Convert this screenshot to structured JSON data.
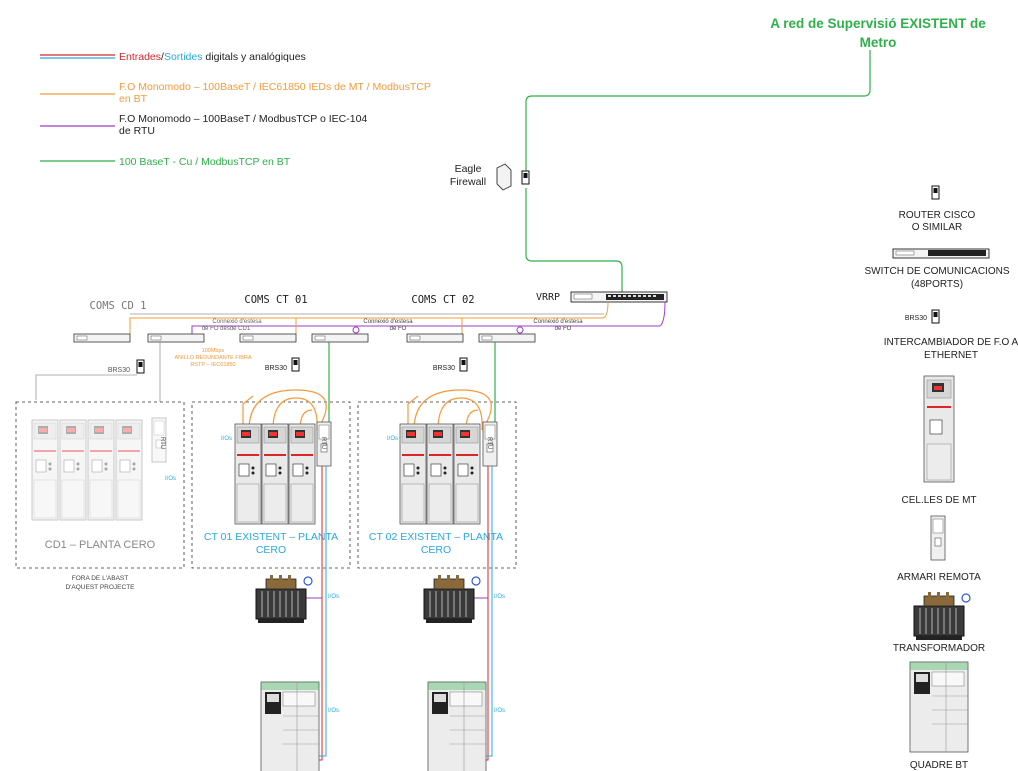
{
  "colors": {
    "red": "#d9262b",
    "blue": "#2aa8e0",
    "orange": "#f39a3a",
    "purple": "#a23bc6",
    "green": "#2fb04a",
    "gray": "#8a8a8a",
    "dark": "#222222",
    "cabinet": "#e9e9e9"
  },
  "header": {
    "network_title_line1": "A red de Supervisió EXISTENT  de",
    "network_title_line2": "Metro"
  },
  "legend": {
    "item1_red": "Entrades",
    "item1_slash": "/",
    "item1_blue": "Sortides",
    "item1_rest": " digitals y analógiques",
    "item2_line1": "F.O Monomodo – 100BaseT / IEC61850 IEDs de MT / ModbusTCP",
    "item2_line2": "en BT",
    "item3_line1": "F.O Monomodo – 100BaseT /  ModbusTCP o IEC-104",
    "item3_line2": "de RTU",
    "item4": "100 BaseT - Cu /  ModbusTCP en BT"
  },
  "firewall": {
    "line1": "Eagle",
    "line2": "Firewall"
  },
  "vrrp_label": "VRRP",
  "coms_labels": {
    "cd1": "COMS  CD  1",
    "ct01": "COMS  CT  01",
    "ct02": "COMS  CT  02"
  },
  "fiber_notes": {
    "cd1_line1": "Connexió d'estesa",
    "cd1_line2": "de FO desde CD1",
    "ct01_line1": "Connexió d'estesa",
    "ct01_line2": "de FO",
    "ct02_line1": "Connexió d'estesa",
    "ct02_line2": "de FO"
  },
  "ring_note": {
    "line1": "100Mbps",
    "line2": "ANILLO REDUNDANTE FIBRA",
    "line3": "RSTP – IEC61850"
  },
  "brs30": "BRS30",
  "rtu": "RTU",
  "io": "I/Os",
  "stations": {
    "cd1": "CD1 – PLANTA CERO",
    "ct01_line1": "CT 01 EXISTENT – PLANTA",
    "ct01_line2": "CERO",
    "ct02_line1": "CT 02 EXISTENT – PLANTA",
    "ct02_line2": "CERO"
  },
  "out_of_scope": {
    "line1": "FORA DE L'ABAST",
    "line2": "D'AQUEST PROJECTE"
  },
  "key": {
    "router_line1": "ROUTER CISCO",
    "router_line2": "O SIMILAR",
    "switch_line1": "SWITCH DE COMUNICACIONS",
    "switch_line2": "(48PORTS)",
    "brs30": "BRS30",
    "converter_line1": "INTERCAMBIADOR DE F.O A",
    "converter_line2": "ETHERNET",
    "mv_cells": "CEL.LES DE MT",
    "remote_cabinet": "ARMARI REMOTA",
    "transformer": "TRANSFORMADOR",
    "lv_panel": "QUADRE BT"
  }
}
